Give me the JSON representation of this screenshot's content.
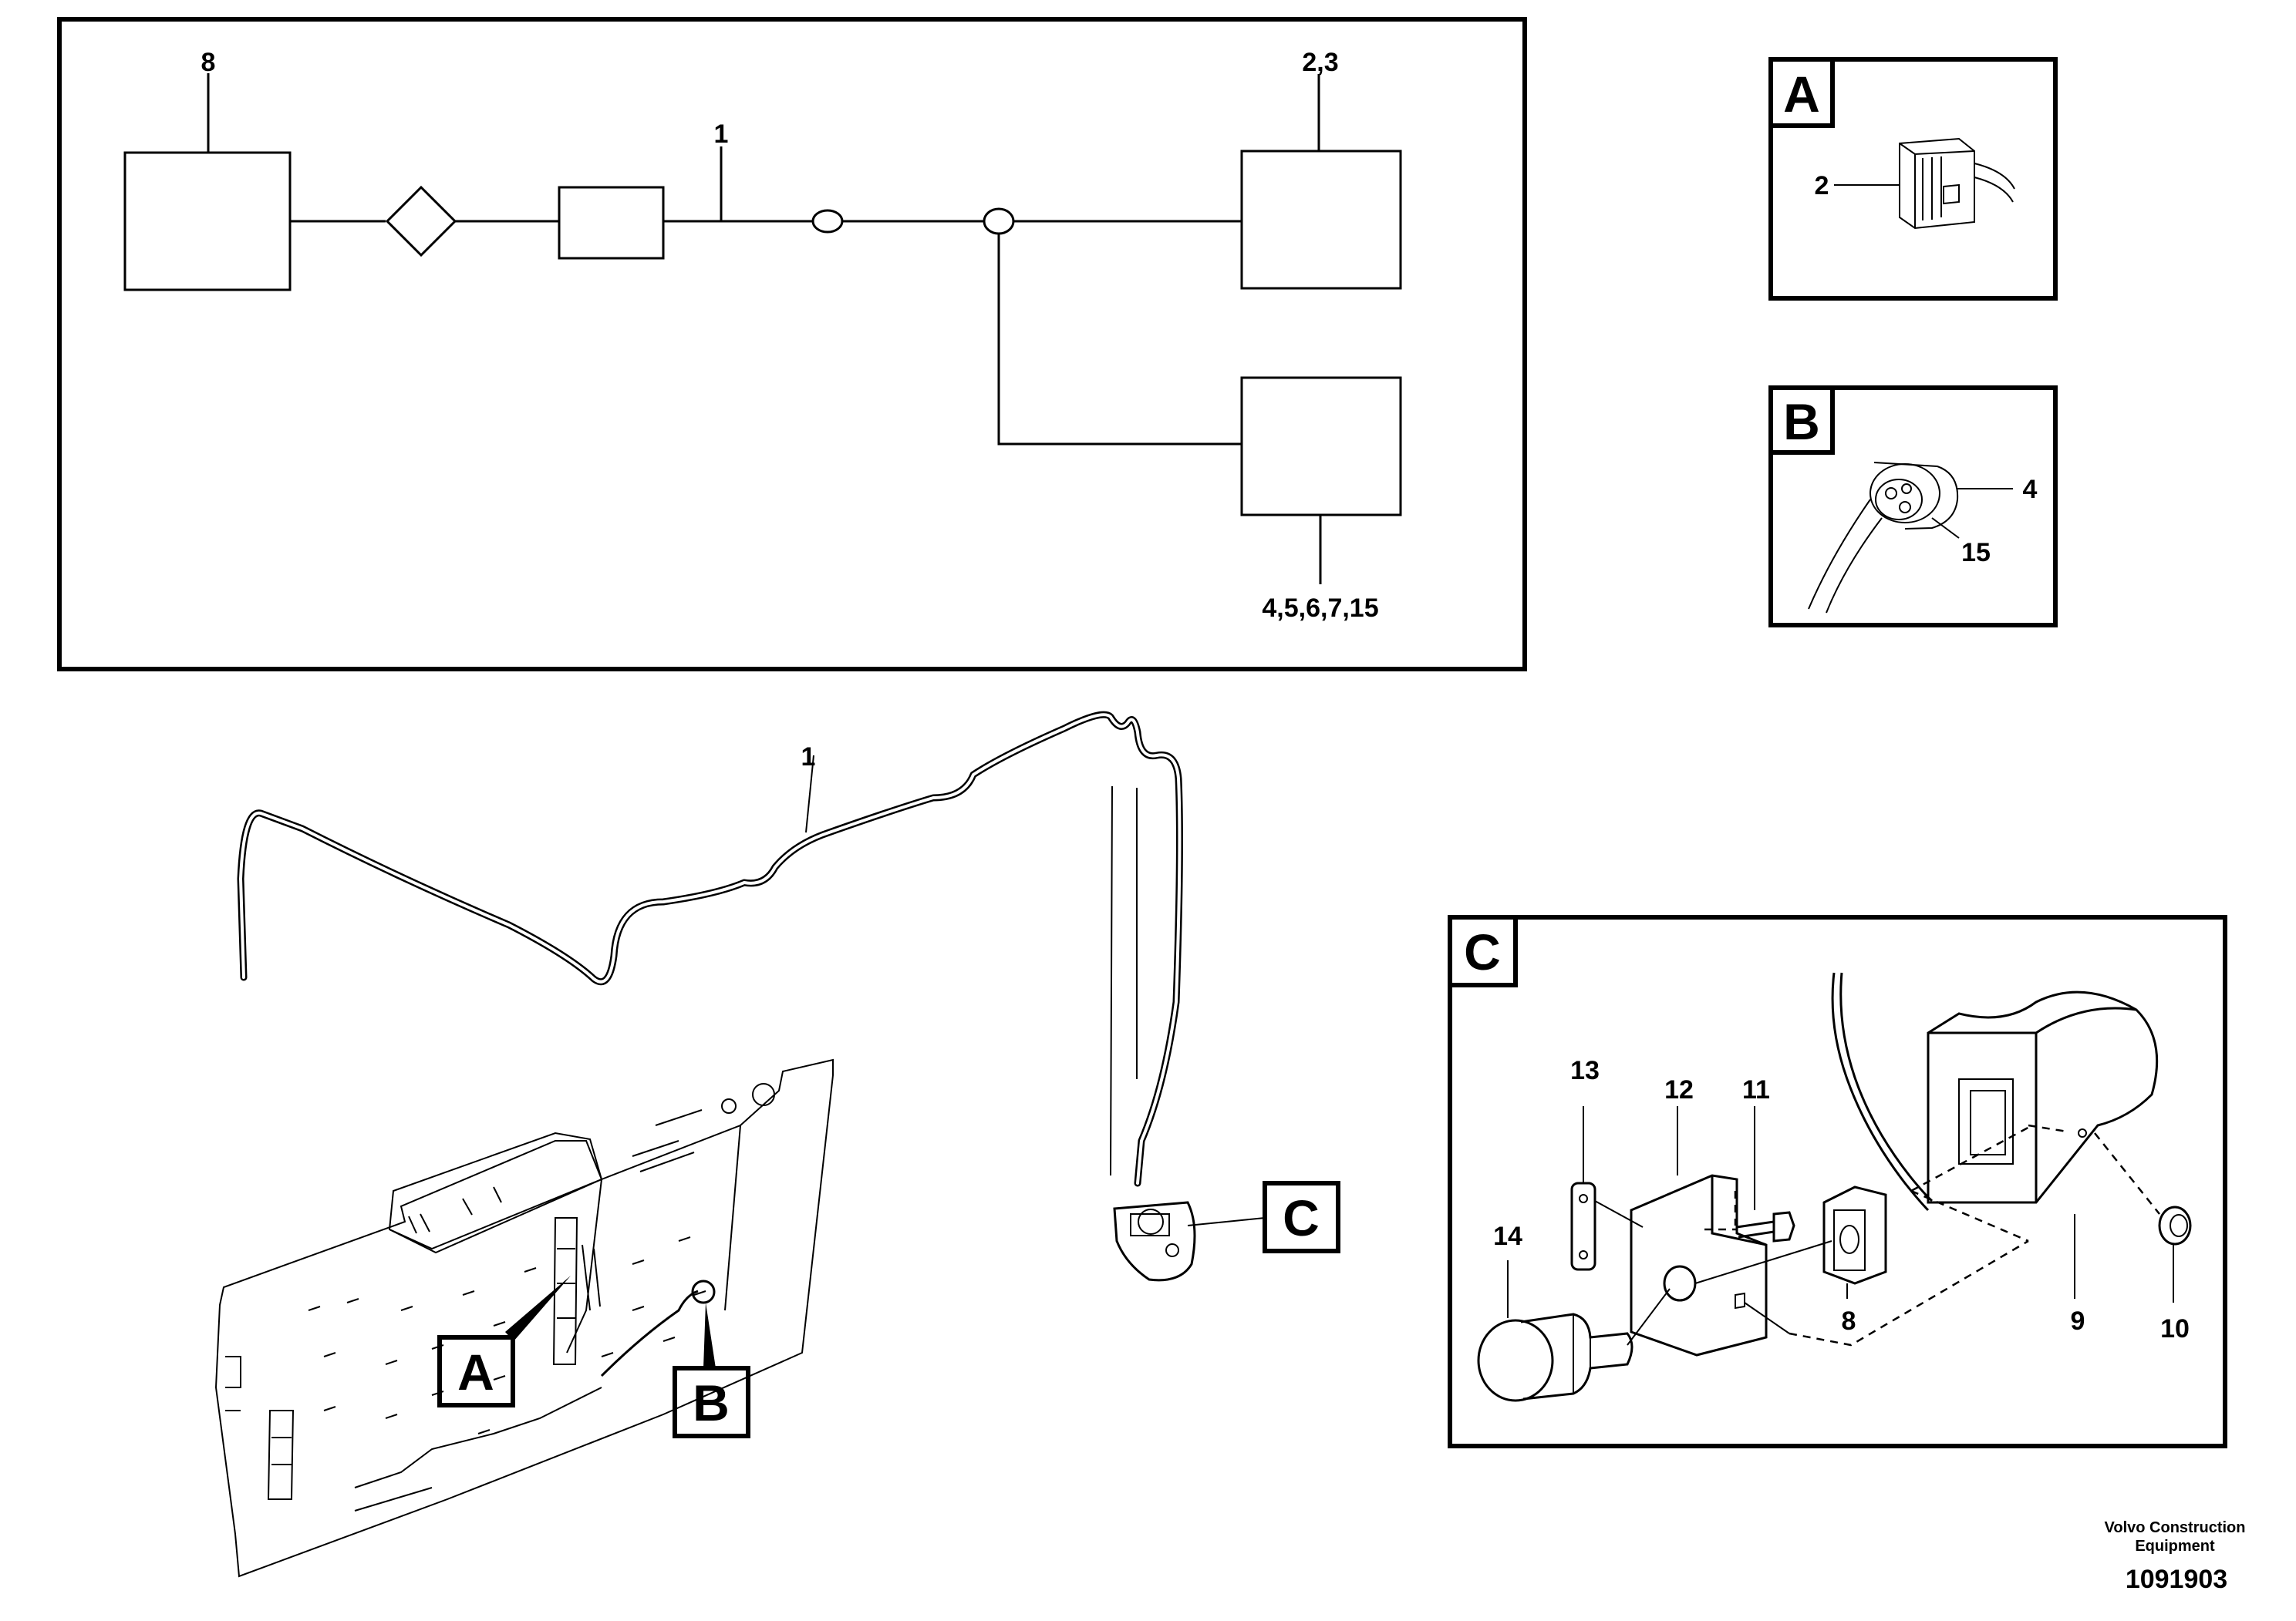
{
  "schematic": {
    "labels": {
      "block_left": "8",
      "block_top_right": "2,3",
      "harness": "1",
      "block_bottom_right": "4,5,6,7,15"
    }
  },
  "detail_a": {
    "tag": "A",
    "callouts": {
      "connector": "2"
    }
  },
  "detail_b": {
    "tag": "B",
    "callouts": {
      "socket": "4",
      "seal": "15"
    }
  },
  "harness_view": {
    "harness_label": "1",
    "pointers": {
      "a": "A",
      "b": "B",
      "c": "C"
    }
  },
  "detail_c": {
    "tag": "C",
    "callouts": {
      "plate": "13",
      "bracket": "12",
      "screw": "11",
      "button": "14",
      "switch": "8",
      "cover": "9",
      "nut": "10"
    }
  },
  "footer": {
    "company_line1": "Volvo Construction",
    "company_line2": "Equipment",
    "drawing_number": "1091903"
  }
}
